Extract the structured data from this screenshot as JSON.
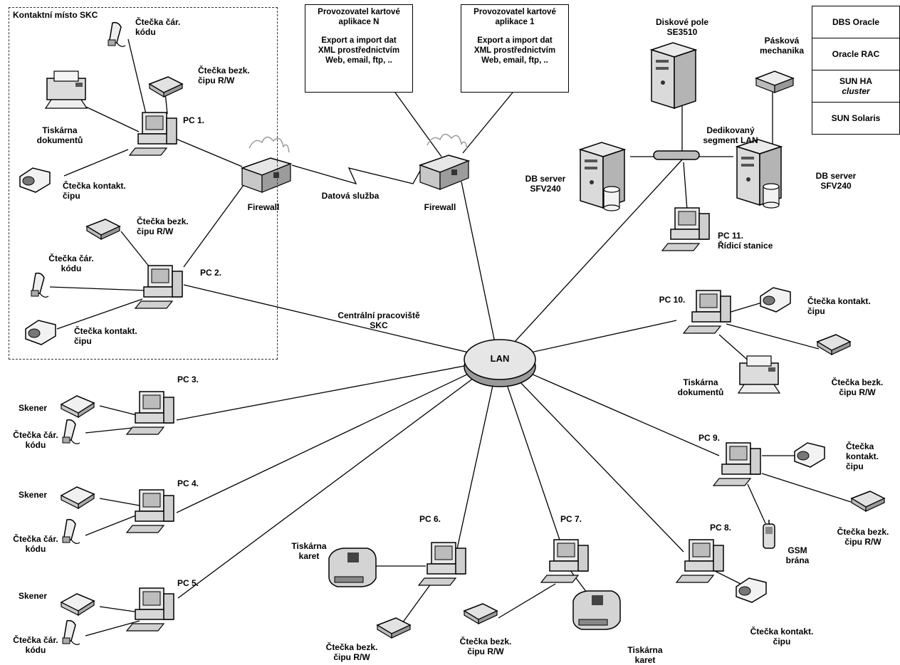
{
  "labels": {
    "kontaktni": "Kontaktní místo SKC",
    "pc1": "PC 1.",
    "pc2": "PC 2.",
    "pc3": "PC 3.",
    "pc4": "PC 4.",
    "pc5": "PC 5.",
    "pc6": "PC 6.",
    "pc7": "PC 7.",
    "pc8": "PC 8.",
    "pc9": "PC 9.",
    "pc10": "PC 10.",
    "pc11_l1": "PC 11.",
    "pc11_l2": "Řídicí stanice",
    "tiskarna_dok_l1": "Tiskárna",
    "tiskarna_dok_l2": "dokumentů",
    "tiskarna_karet_l1": "Tiskárna",
    "tiskarna_karet_l2": "karet",
    "cteckacar_l1": "Čtečka čár.",
    "cteckacar_l2": "kódu",
    "cteckabezk_l1": "Čtečka bezk.",
    "cteckabezk_l2": "čipu R/W",
    "cteckakontakt_l1": "Čtečka kontakt.",
    "cteckakontakt_l2": "čipu",
    "ctecka9_l1": "Čtečka",
    "ctecka9_l2": "kontakt.",
    "ctecka9_l3": "čipu",
    "skener": "Skener",
    "firewall": "Firewall",
    "datova": "Datová služba",
    "centralni_l1": "Centrální pracoviště",
    "centralni_l2": "SKC",
    "lan": "LAN",
    "diskove_l1": "Diskové pole",
    "diskove_l2": "SE3510",
    "paskova_l1": "Pásková",
    "paskova_l2": "mechanika",
    "dedikovany_l1": "Dedikovaný",
    "dedikovany_l2": "segment LAN",
    "dbserver_l1": "DB server",
    "dbserver_l2": "SFV240",
    "gsm_l1": "GSM",
    "gsm_l2": "brána"
  },
  "providers": [
    {
      "l1": "Provozovatel kartové",
      "l2": "aplikace N",
      "l3": "Export a import dat",
      "l4": "XML prostřednictvím",
      "l5": "Web, email, ftp, .."
    },
    {
      "l1": "Provozovatel kartové",
      "l2": "aplikace 1",
      "l3": "Export a import dat",
      "l4": "XML prostřednictvím",
      "l5": "Web, email, ftp, .."
    }
  ],
  "legend": {
    "r1": "DBS Oracle",
    "r2": "Oracle RAC",
    "r3a": "SUN HA",
    "r3b": "cluster",
    "r4": "SUN Solaris"
  }
}
